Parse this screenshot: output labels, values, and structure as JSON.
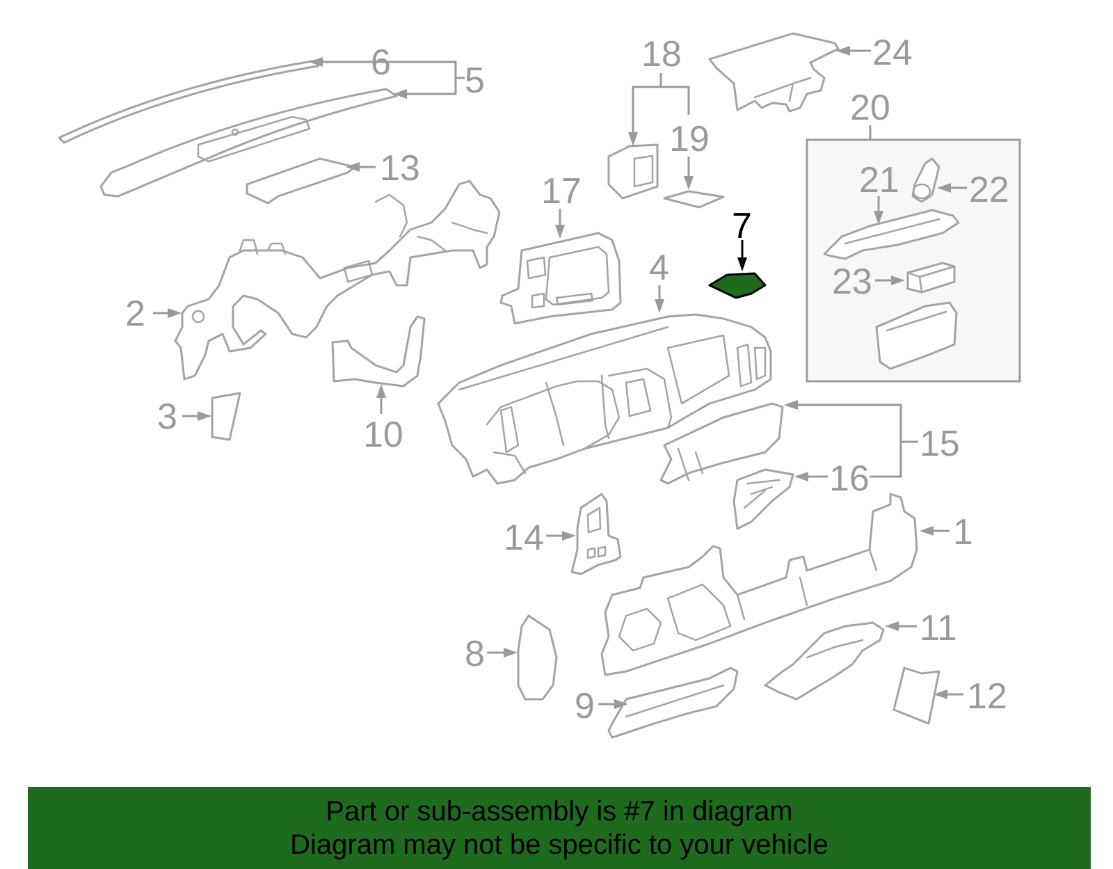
{
  "highlight_color": "#1e6b1e",
  "highlighted_part": "7",
  "callouts": {
    "c1": "1",
    "c2": "2",
    "c3": "3",
    "c4": "4",
    "c5": "5",
    "c6": "6",
    "c7": "7",
    "c8": "8",
    "c9": "9",
    "c10": "10",
    "c11": "11",
    "c12": "12",
    "c13": "13",
    "c14": "14",
    "c15": "15",
    "c16": "16",
    "c17": "17",
    "c18": "18",
    "c19": "19",
    "c20": "20",
    "c21": "21",
    "c22": "22",
    "c23": "23",
    "c24": "24"
  },
  "banner": {
    "line1": "Part or sub-assembly is #7 in diagram",
    "line2": "Diagram may not be specific to your vehicle"
  }
}
